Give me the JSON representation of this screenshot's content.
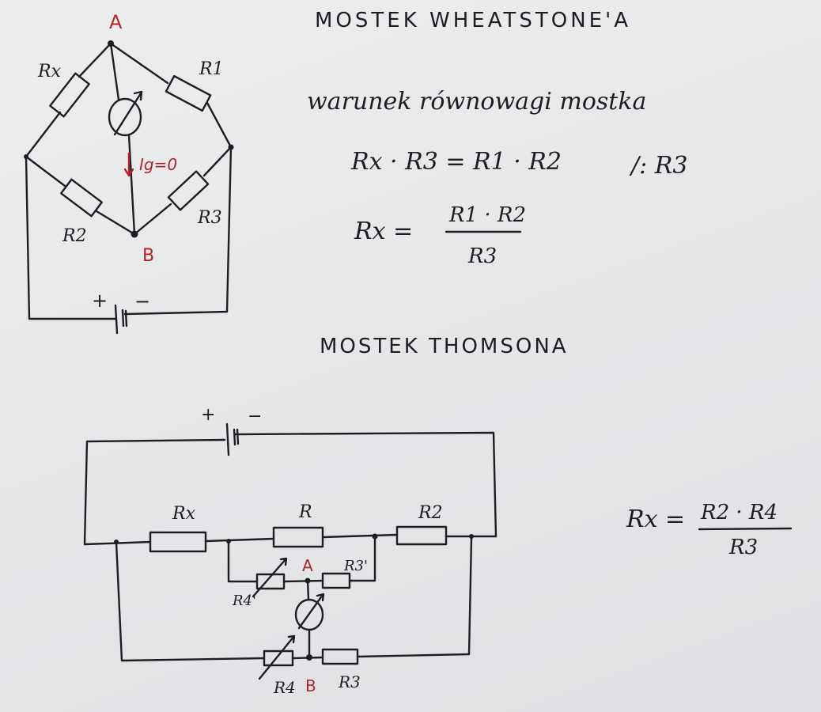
{
  "wheatstone": {
    "title": "MOSTEK WHEATSTONE'A",
    "condition": "warunek równowagi mostka",
    "equation": "Rx · R3 = R1 · R2",
    "divide_note": "/: R3",
    "result_lhs": "Rx =",
    "result_num": "R1 · R2",
    "result_den": "R3",
    "labels": {
      "node_a": "A",
      "node_b": "B",
      "rx": "Rx",
      "r1": "R1",
      "r2": "R2",
      "r3": "R3",
      "ig": "Ig=0",
      "plus": "+",
      "minus": "−"
    }
  },
  "thomson": {
    "title": "MOSTEK THOMSONA",
    "result_lhs": "Rx =",
    "result_num": "R2 · R4",
    "result_den": "R3",
    "labels": {
      "rx": "Rx",
      "r": "R",
      "r2": "R2",
      "r3p": "R3'",
      "r4p": "R4'",
      "r4": "R4",
      "r3": "R3",
      "node_a": "A",
      "node_b": "B",
      "plus": "+",
      "minus": "−"
    }
  },
  "colors": {
    "ink": "#1e1e22",
    "accent_red": "#b3242a",
    "paper": "#e7e8ea"
  }
}
